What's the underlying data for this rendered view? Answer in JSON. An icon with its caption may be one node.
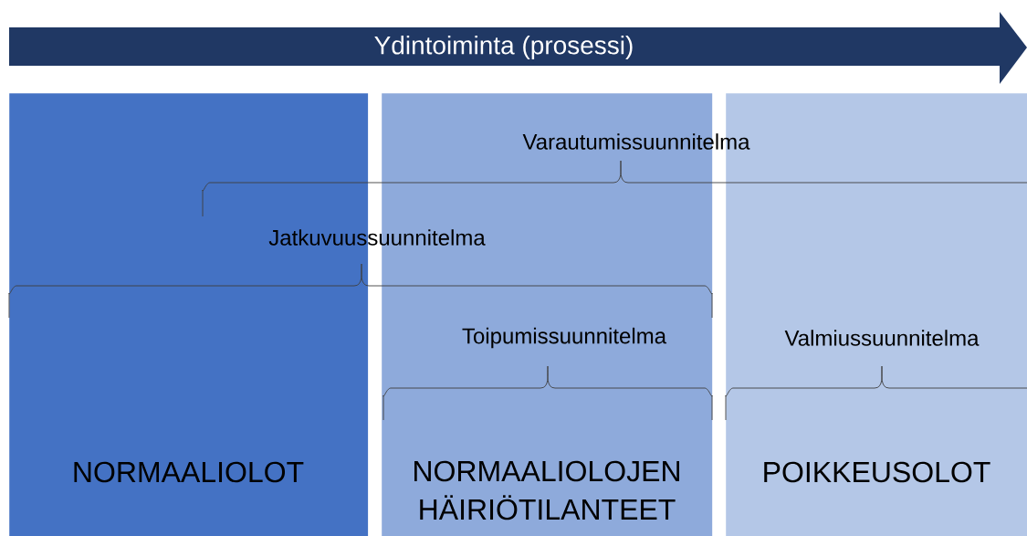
{
  "diagram": {
    "nodes": [
      {
        "text": [
          "Ydintoiminta (prosessi)"
        ]
      },
      {
        "text": [
          "NORMAALIOLOT"
        ]
      },
      {
        "text": [
          "NORMAALIOLOJEN HÄIRIÖTILANTEET"
        ]
      },
      {
        "text": [
          "POIKKEUSOLOT"
        ]
      }
    ],
    "labels": [
      "Varautumissuunnitelma",
      "Jatkuvuussuunnitelma",
      "Toipumissuunnitelma",
      "Valmiussuunnitelma"
    ]
  }
}
